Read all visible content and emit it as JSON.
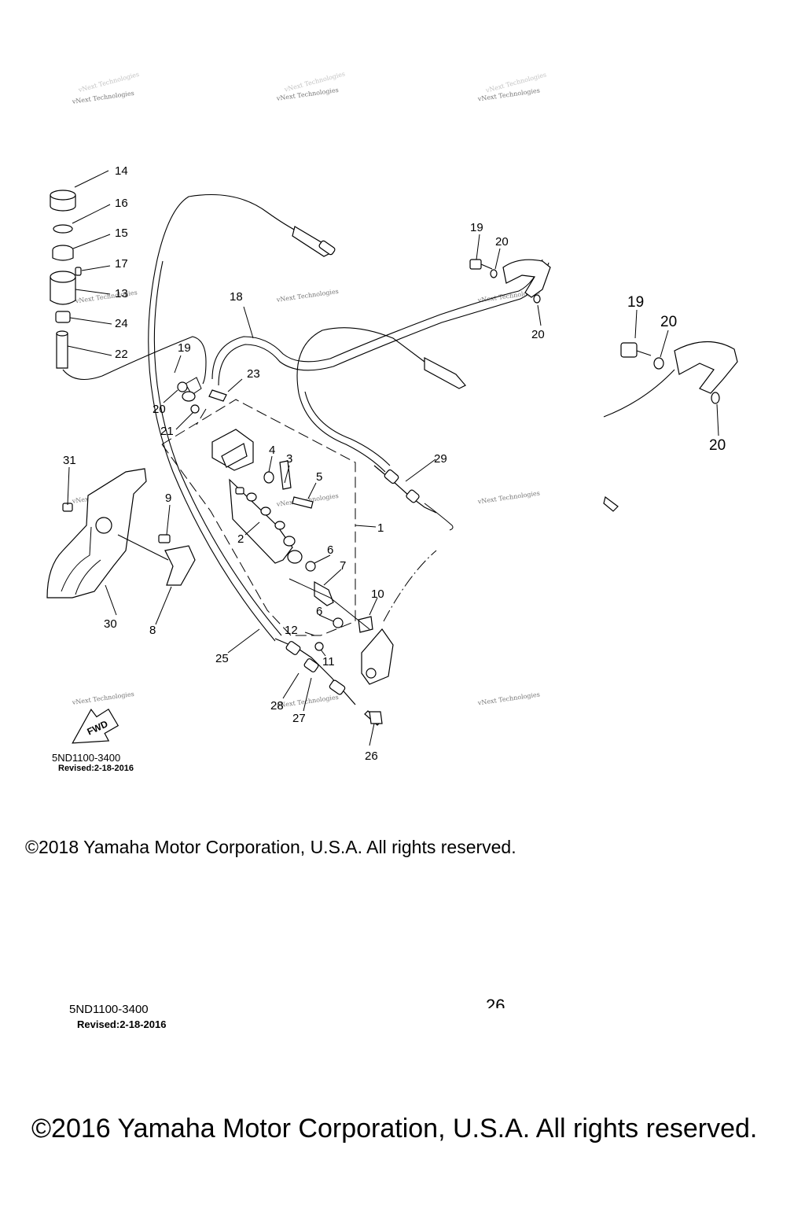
{
  "diagram": {
    "part_code": "5ND1100-3400",
    "revised": "Revised:2-18-2016",
    "fwd_label": "FWD",
    "watermark": "vNext Technologies",
    "callouts": [
      "1",
      "2",
      "3",
      "4",
      "5",
      "6",
      "7",
      "8",
      "9",
      "10",
      "11",
      "12",
      "13",
      "14",
      "15",
      "16",
      "17",
      "18",
      "19",
      "20",
      "21",
      "22",
      "23",
      "24",
      "25",
      "26",
      "27",
      "28",
      "29",
      "30",
      "31"
    ]
  },
  "footer": {
    "copyright_2018": "©2018 Yamaha Motor Corporation, U.S.A. All rights reserved.",
    "part_code": "5ND1100-3400",
    "revised": "Revised:2-18-2016",
    "page_fragment": "26",
    "copyright_2016": "©2016 Yamaha Motor Corporation, U.S.A. All rights reserved."
  }
}
